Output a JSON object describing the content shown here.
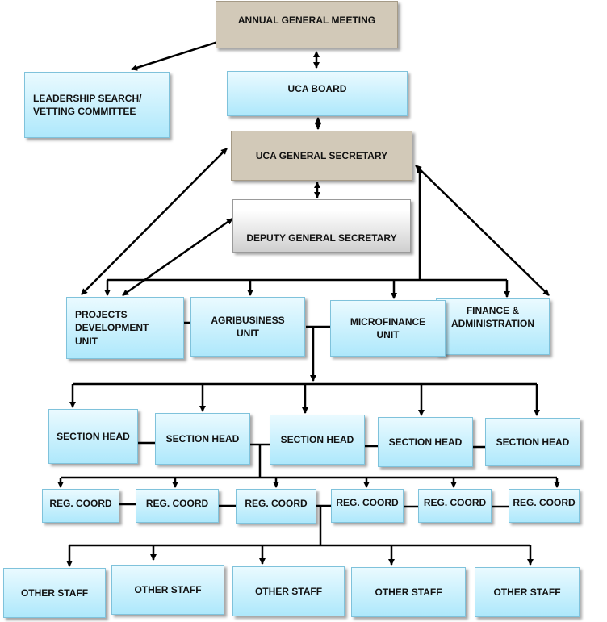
{
  "nodes": {
    "agm": "ANNUAL GENERAL MEETING",
    "leadership": "LEADERSHIP SEARCH/\nVETTING COMMITTEE",
    "board": "UCA BOARD",
    "gensec": "UCA GENERAL SECRETARY",
    "deputy": "DEPUTY GENERAL SECRETARY",
    "projects": "PROJECTS\nDEVELOPMENT\nUNIT",
    "agri": "AGRIBUSINESS\nUNIT",
    "micro": "MICROFINANCE\nUNIT",
    "finance": "FINANCE &\nADMINISTRATION"
  },
  "section_heads": [
    "SECTION HEAD",
    "SECTION HEAD",
    "SECTION HEAD",
    "SECTION HEAD",
    "SECTION HEAD"
  ],
  "reg_coords": [
    "REG. COORD",
    "REG. COORD",
    "REG. COORD",
    "REG. COORD",
    "REG. COORD",
    "REG. COORD"
  ],
  "other_staff": [
    "OTHER STAFF",
    "OTHER STAFF",
    "OTHER STAFF",
    "OTHER STAFF",
    "OTHER STAFF"
  ],
  "colors": {
    "box_fill_top": "#eafaff",
    "box_fill_bottom": "#aee8fb",
    "box_border": "#7fc2db",
    "exec_fill": "#d2c9b8",
    "connector": "#000000"
  }
}
